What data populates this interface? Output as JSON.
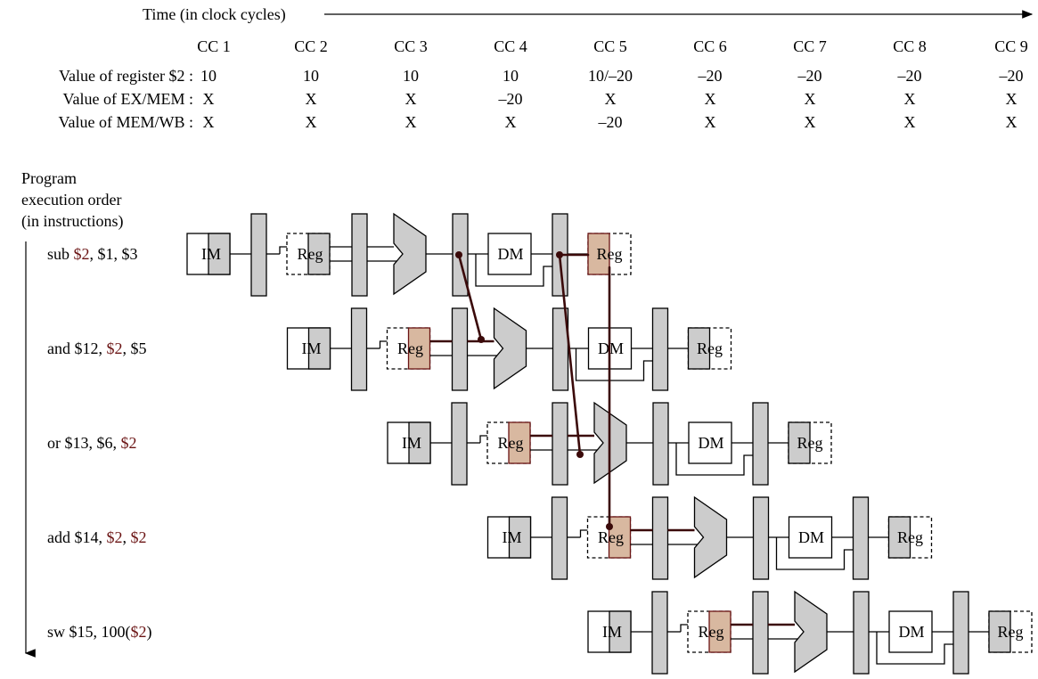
{
  "time_axis_label": "Time (in clock cycles)",
  "clock_cycles": [
    "CC 1",
    "CC 2",
    "CC 3",
    "CC 4",
    "CC 5",
    "CC 6",
    "CC 7",
    "CC 8",
    "CC 9"
  ],
  "value_rows": [
    {
      "label": "Value of register $2 :",
      "values": [
        "10",
        "10",
        "10",
        "10",
        "10/–20",
        "–20",
        "–20",
        "–20",
        "–20"
      ]
    },
    {
      "label": "Value of EX/MEM :",
      "values": [
        "X",
        "X",
        "X",
        "–20",
        "X",
        "X",
        "X",
        "X",
        "X"
      ]
    },
    {
      "label": "Value of MEM/WB :",
      "values": [
        "X",
        "X",
        "X",
        "X",
        "–20",
        "X",
        "X",
        "X",
        "X"
      ]
    }
  ],
  "order_label": [
    "Program",
    "execution order",
    "(in instructions)"
  ],
  "instructions": [
    {
      "parts": [
        {
          "t": "sub ",
          "h": false
        },
        {
          "t": "$2",
          "h": true
        },
        {
          "t": ", $1, $3",
          "h": false
        }
      ]
    },
    {
      "parts": [
        {
          "t": "and $12, ",
          "h": false
        },
        {
          "t": "$2",
          "h": true
        },
        {
          "t": ", $5",
          "h": false
        }
      ]
    },
    {
      "parts": [
        {
          "t": "or $13, $6, ",
          "h": false
        },
        {
          "t": "$2",
          "h": true
        }
      ]
    },
    {
      "parts": [
        {
          "t": "add $14, ",
          "h": false
        },
        {
          "t": "$2",
          "h": true
        },
        {
          "t": ", ",
          "h": false
        },
        {
          "t": "$2",
          "h": true
        }
      ]
    },
    {
      "parts": [
        {
          "t": "sw $15, 100(",
          "h": false
        },
        {
          "t": "$2",
          "h": true
        },
        {
          "t": ")",
          "h": false
        }
      ]
    }
  ],
  "stage_labels": {
    "im": "IM",
    "reg": "Reg",
    "dm": "DM"
  },
  "colors": {
    "pipeline_register": "#cccccc",
    "highlight_fill": "#d8b8a0",
    "forward_path": "#3b0a0a",
    "highlight_text": "#6b1414"
  }
}
